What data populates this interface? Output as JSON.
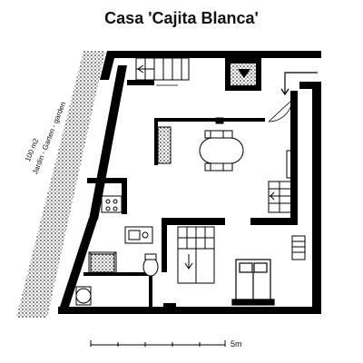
{
  "title": "Casa 'Cajita Blanca'",
  "garden": {
    "area": "100 m2",
    "label": "Jardin - Garten - garden"
  },
  "scale": {
    "label": "5m"
  }
}
